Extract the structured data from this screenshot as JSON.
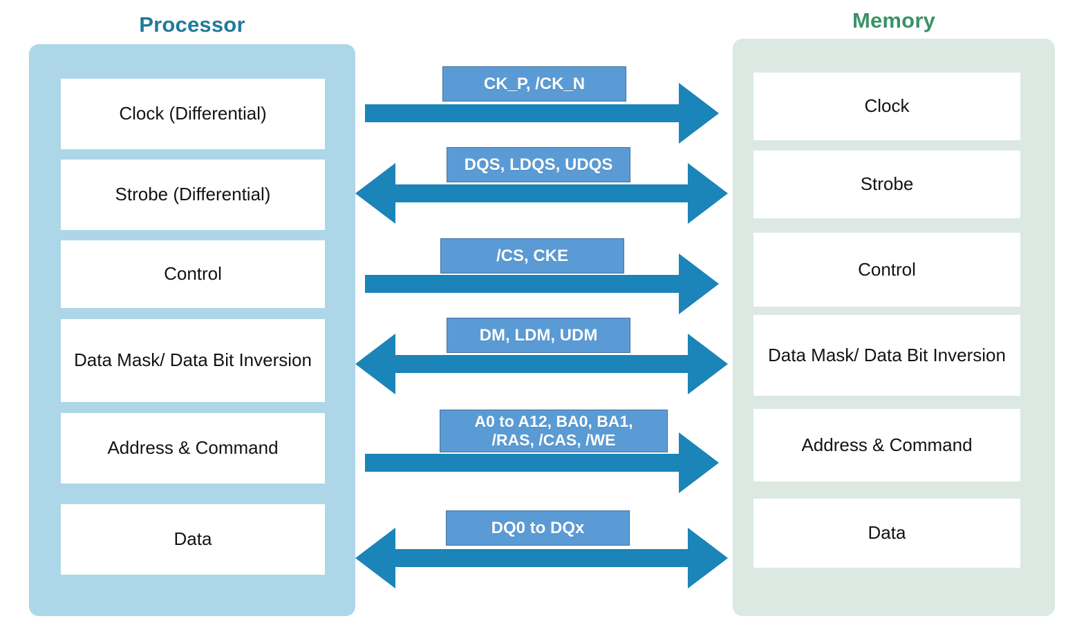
{
  "processor": {
    "title": "Processor",
    "panel_color": "#aed6e9",
    "title_color": "#1f7a99",
    "rows": [
      {
        "label": "Clock (Differential)"
      },
      {
        "label": "Strobe (Differential)"
      },
      {
        "label": "Control"
      },
      {
        "label": "Data Mask/\nData Bit Inversion"
      },
      {
        "label": "Address & Command"
      },
      {
        "label": "Data"
      }
    ]
  },
  "memory": {
    "title": "Memory",
    "panel_color": "#dce9e3",
    "title_color": "#3a9268",
    "rows": [
      {
        "label": "Clock"
      },
      {
        "label": "Strobe"
      },
      {
        "label": "Control"
      },
      {
        "label": "Data Mask/\nData Bit Inversion"
      },
      {
        "label": "Address & Command"
      },
      {
        "label": "Data"
      }
    ]
  },
  "signals": {
    "arrow_color": "#1b84b8",
    "box_color": "#5b9bd5",
    "box_border_color": "#41719c",
    "items": [
      {
        "label": "CK_P, /CK_N",
        "direction": "right"
      },
      {
        "label": "DQS, LDQS, UDQS",
        "direction": "both"
      },
      {
        "label": "/CS, CKE",
        "direction": "right"
      },
      {
        "label": "DM, LDM, UDM",
        "direction": "both"
      },
      {
        "label": "A0 to A12, BA0, BA1,\n/RAS, /CAS, /WE",
        "direction": "right"
      },
      {
        "label": "DQ0 to DQx",
        "direction": "both"
      }
    ]
  }
}
